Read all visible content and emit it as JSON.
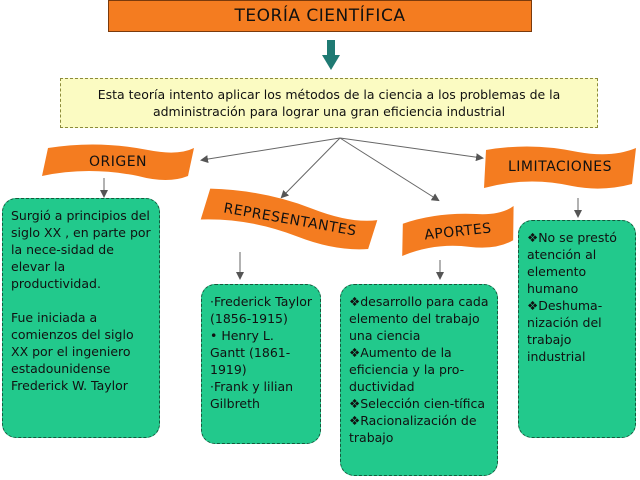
{
  "title": "TEORÍA CIENTÍFICA",
  "description": "Esta teoría intento aplicar los métodos de la ciencia a los problemas de la administración para lograr una gran eficiencia industrial",
  "branches": {
    "origen": {
      "label": "ORIGEN",
      "text1": "Surgió a principios del siglo XX , en parte por la nece-sidad de elevar la productividad.",
      "text2": "Fue iniciada a comienzos del siglo XX por el ingeniero estadounidense Frederick W. Taylor"
    },
    "representantes": {
      "label": "REPRESENTANTES",
      "items": [
        "·Frederick Taylor (1856-1915)",
        "• Henry L. Gantt (1861-1919)",
        "·Frank y lilian Gilbreth"
      ]
    },
    "aportes": {
      "label": "APORTES",
      "items": [
        "❖desarrollo para cada elemento del trabajo una ciencia",
        "❖Aumento de la eficiencia y la pro-ductividad",
        "❖Selección cien-tífica",
        "❖Racionalización de trabajo"
      ]
    },
    "limitaciones": {
      "label": "LIMITACIONES",
      "items": [
        "❖No se prestó atención al elemento humano",
        "❖Deshuma-nización del trabajo industrial"
      ]
    }
  },
  "colors": {
    "title_fill": "#f47c20",
    "banner_fill": "#f47c20",
    "card_fill": "#22c98c",
    "description_fill": "#fbfbc2",
    "arrow": "#1f7a73"
  }
}
